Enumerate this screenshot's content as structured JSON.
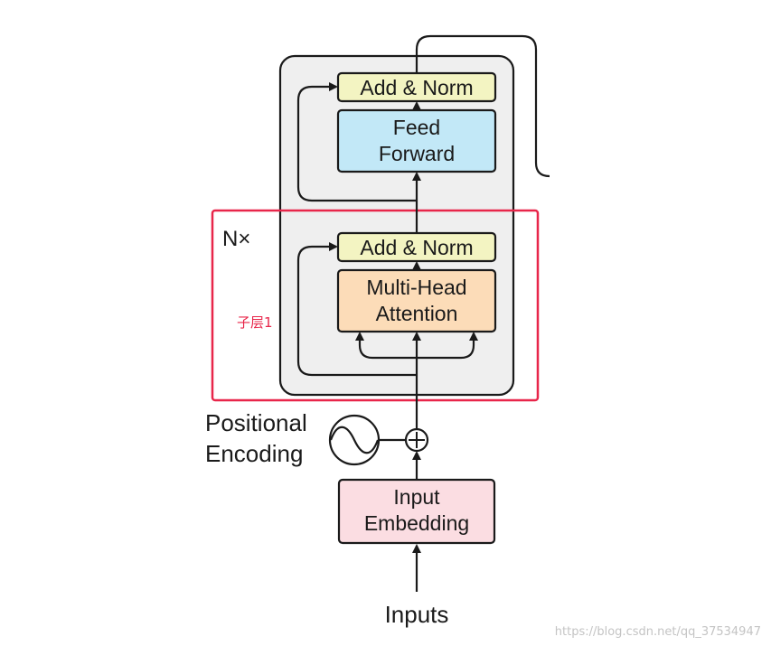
{
  "diagram": {
    "colors": {
      "add_norm_fill": "#f3f4c2",
      "feed_forward_fill": "#c2e8f7",
      "attention_fill": "#fcdcb8",
      "embedding_fill": "#fbdde2",
      "encoder_block_fill": "#efefef",
      "highlight": "#e8264a",
      "stroke": "#1a1a1a"
    },
    "feed_forward": {
      "add_norm": "Add & Norm",
      "line1": "Feed",
      "line2": "Forward"
    },
    "attention": {
      "add_norm": "Add & Norm",
      "line1": "Multi-Head",
      "line2": "Attention"
    },
    "repeat_label": "N×",
    "sublayer_annotation": "子层1",
    "positional_encoding": {
      "line1": "Positional",
      "line2": "Encoding"
    },
    "input_embedding": {
      "line1": "Input",
      "line2": "Embedding"
    },
    "inputs_label": "Inputs",
    "watermark": "https://blog.csdn.net/qq_37534947"
  }
}
